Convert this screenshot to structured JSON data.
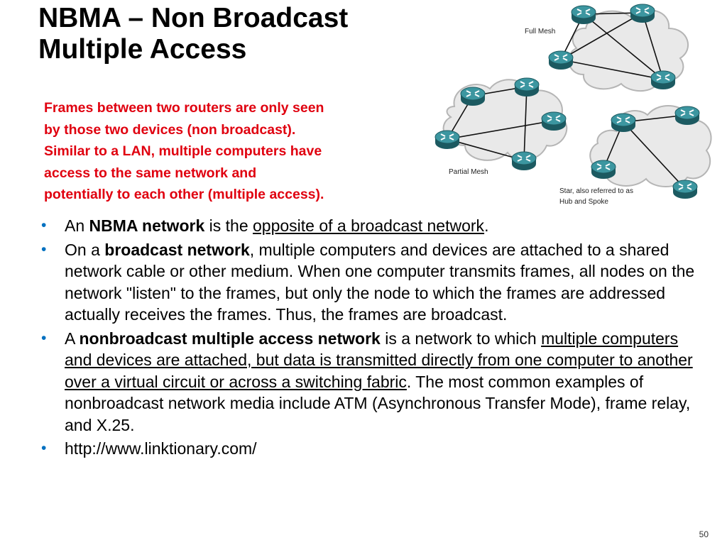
{
  "title": {
    "line1": "NBMA – Non Broadcast",
    "line2": "Multiple Access"
  },
  "callout": {
    "lines": [
      "Frames between two routers are only seen",
      "by those two devices (non broadcast).",
      "Similar to a LAN, multiple computers have",
      "access to the same network and",
      "potentially to each other (multiple access)."
    ]
  },
  "diagram": {
    "labels": {
      "full_mesh": "Full Mesh",
      "partial_mesh": "Partial Mesh",
      "star_line1": "Star, also referred to as",
      "star_line2": "Hub and Spoke"
    },
    "icons": [
      "router-icon",
      "cloud-icon"
    ],
    "colors": {
      "cloud": "#e9e9e9",
      "router": "#2d7d86",
      "callout": "#e0000f",
      "bullet": "#0070c0"
    }
  },
  "bullets": {
    "b1": {
      "t1": "An ",
      "b": "NBMA network",
      "t2": " is the ",
      "u": "opposite of a broadcast network",
      "t3": "."
    },
    "b2": {
      "t1": "On a ",
      "b": "broadcast network",
      "t2": ", multiple computers and devices are attached to a shared network cable or other medium. When one computer transmits frames, all nodes on the network \"listen\" to the frames, but only the node to which the frames are addressed actually receives the frames. Thus, the frames are broadcast."
    },
    "b3": {
      "t1": "A ",
      "b": "nonbroadcast multiple access network",
      "t2": " is a network to which ",
      "u": "multiple computers and devices are attached, but data is transmitted directly from one computer to another over a virtual circuit or across a switching fabric",
      "t3": ". The most common examples of nonbroadcast network media include ATM (Asynchronous Transfer Mode), frame relay, and X.25."
    },
    "b4": {
      "t1": "http://www.linktionary.com/"
    },
    "marker": "•"
  },
  "page_number": "50"
}
